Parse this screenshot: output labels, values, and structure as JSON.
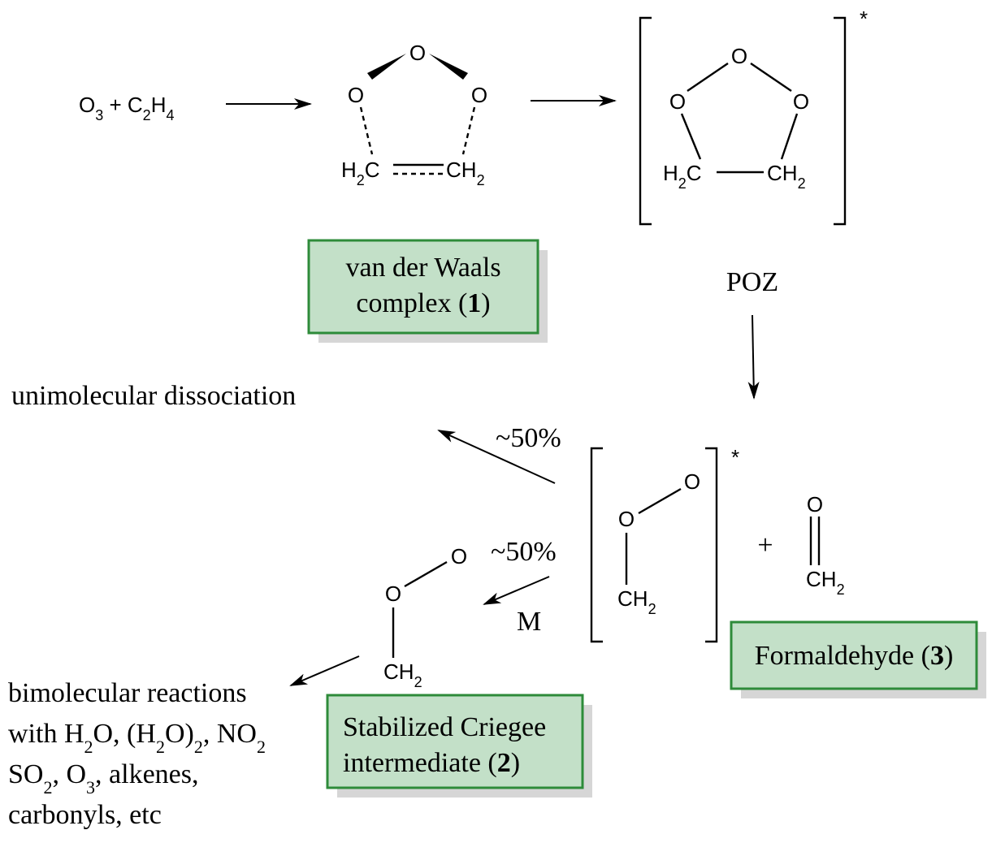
{
  "reactants": {
    "o3": "O3",
    "plus": "+",
    "c2h4": "C2H4"
  },
  "atoms": {
    "o": "O",
    "h2c": "H2C",
    "ch2": "CH2"
  },
  "labels": {
    "vdw": {
      "line1": "van der Waals",
      "line2_pre": "complex (",
      "num": "1",
      "post": ")"
    },
    "poz": "POZ",
    "star": "*",
    "uni": "unimolecular dissociation",
    "pct_uni": "~50%",
    "pct_stab": "~50%",
    "m": "M",
    "plus": "+",
    "formaldehyde": {
      "pre": "Formaldehyde (",
      "num": "3",
      "post": ")"
    },
    "sci": {
      "line1": "Stabilized Criegee",
      "line2_pre": "intermediate (",
      "num": "2",
      "post": ")"
    },
    "bimolecular": [
      "bimolecular reactions",
      "with H2O, (H2O)2, NO2",
      "SO2, O3, alkenes,",
      "carbonyls, etc"
    ]
  }
}
